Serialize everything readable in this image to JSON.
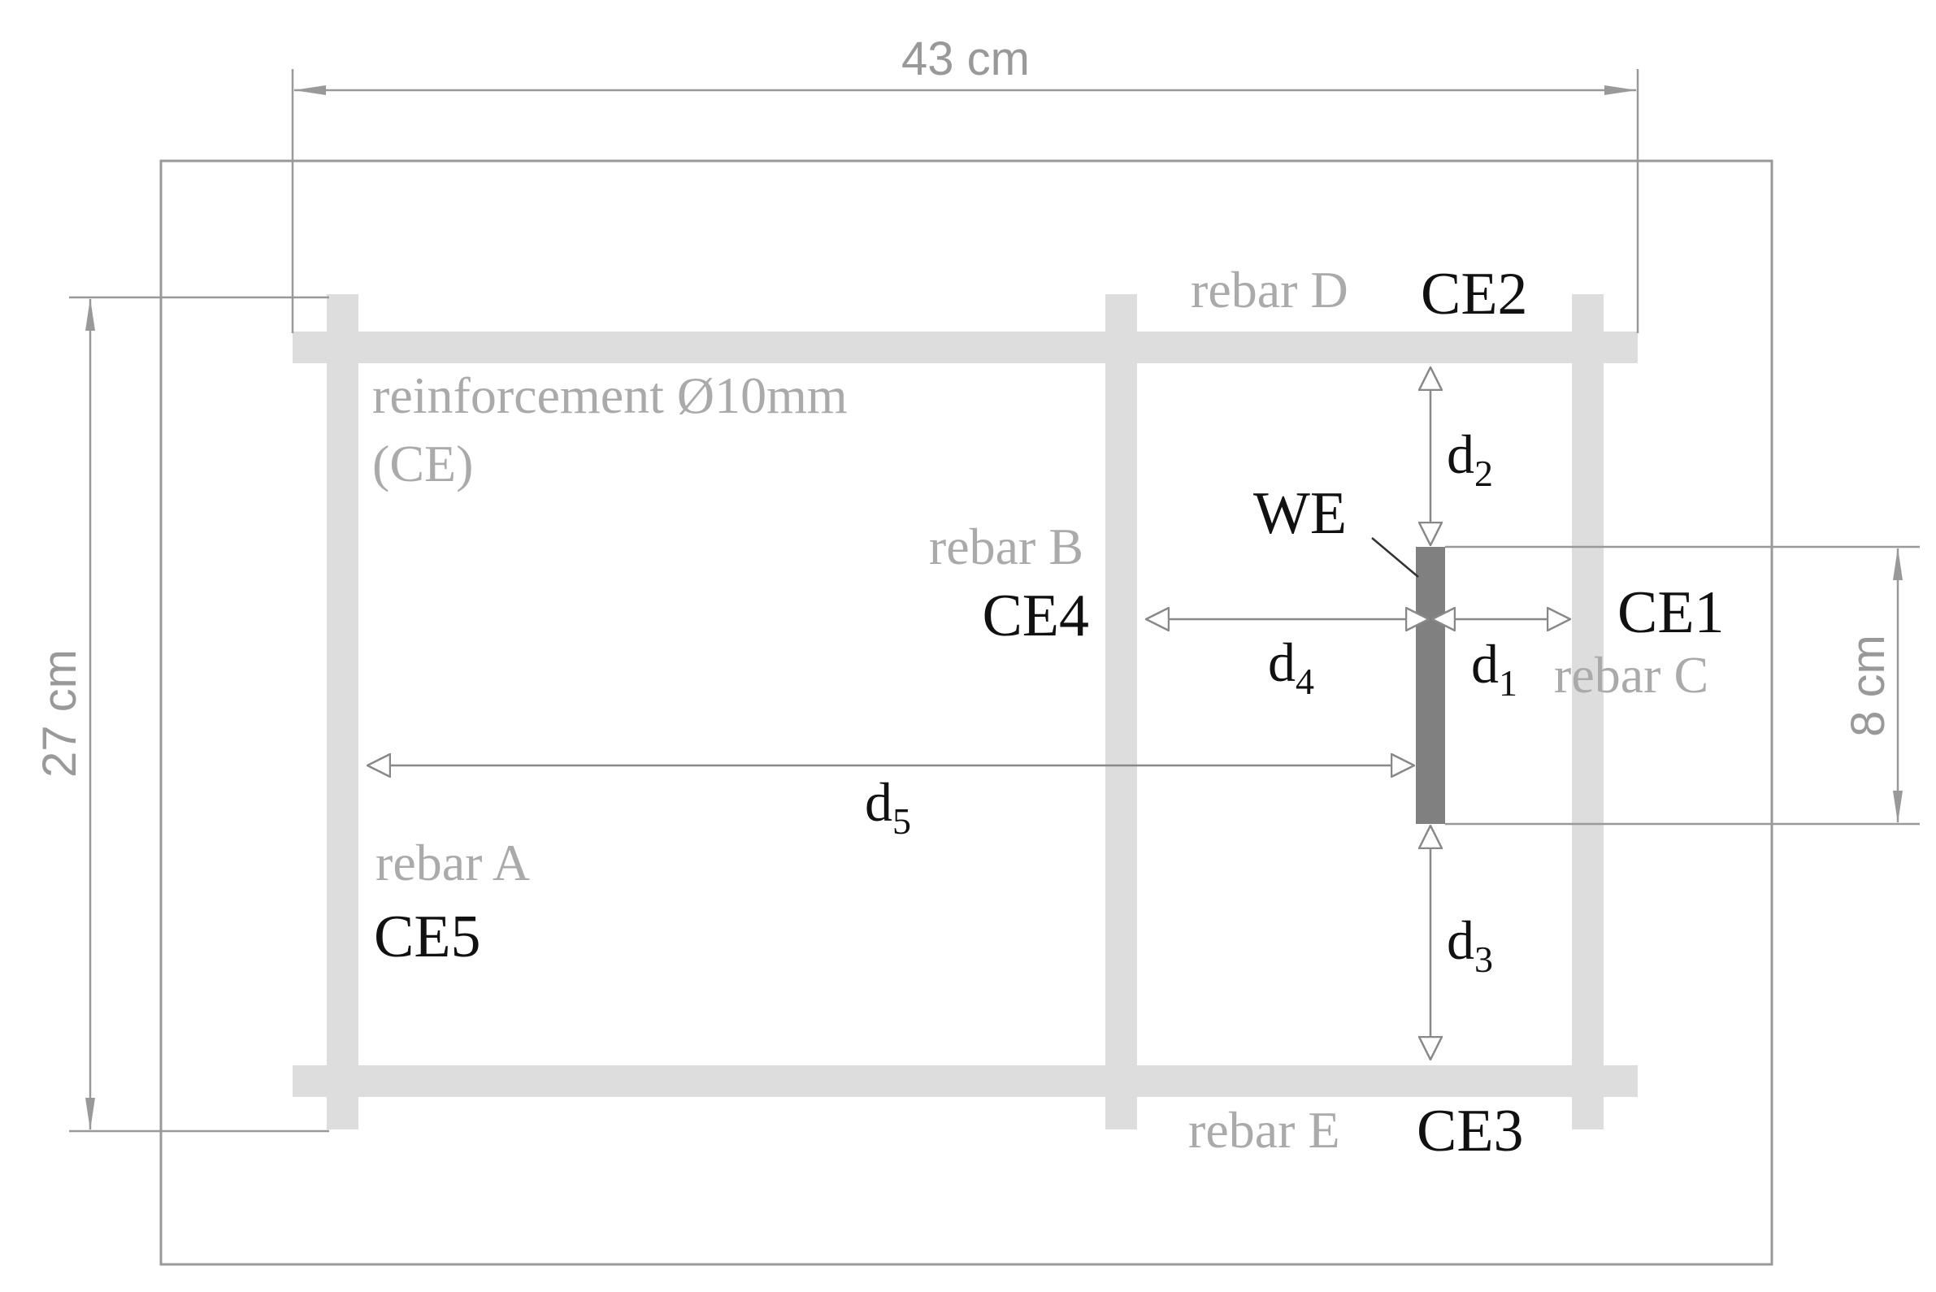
{
  "dimensions": {
    "width_label": "43 cm",
    "height_label": "27 cm",
    "we_length_label": "8 cm"
  },
  "labels": {
    "reinforcement_line1": "reinforcement Ø10mm",
    "reinforcement_line2": "(CE)",
    "rebar_a": "rebar A",
    "rebar_b": "rebar B",
    "rebar_c": "rebar C",
    "rebar_d": "rebar D",
    "rebar_e": "rebar E",
    "ce1": "CE1",
    "ce2": "CE2",
    "ce3": "CE3",
    "ce4": "CE4",
    "ce5": "CE5",
    "we": "WE"
  },
  "distances": {
    "d1": {
      "base": "d",
      "sub": "1"
    },
    "d2": {
      "base": "d",
      "sub": "2"
    },
    "d3": {
      "base": "d",
      "sub": "3"
    },
    "d4": {
      "base": "d",
      "sub": "4"
    },
    "d5": {
      "base": "d",
      "sub": "5"
    }
  },
  "colors": {
    "rebar": "#dddddd",
    "dimension_line": "#999999",
    "label_gray": "#aaaaaa",
    "label_black": "#111111",
    "working_electrode": "#808080",
    "outline": "#999999"
  }
}
